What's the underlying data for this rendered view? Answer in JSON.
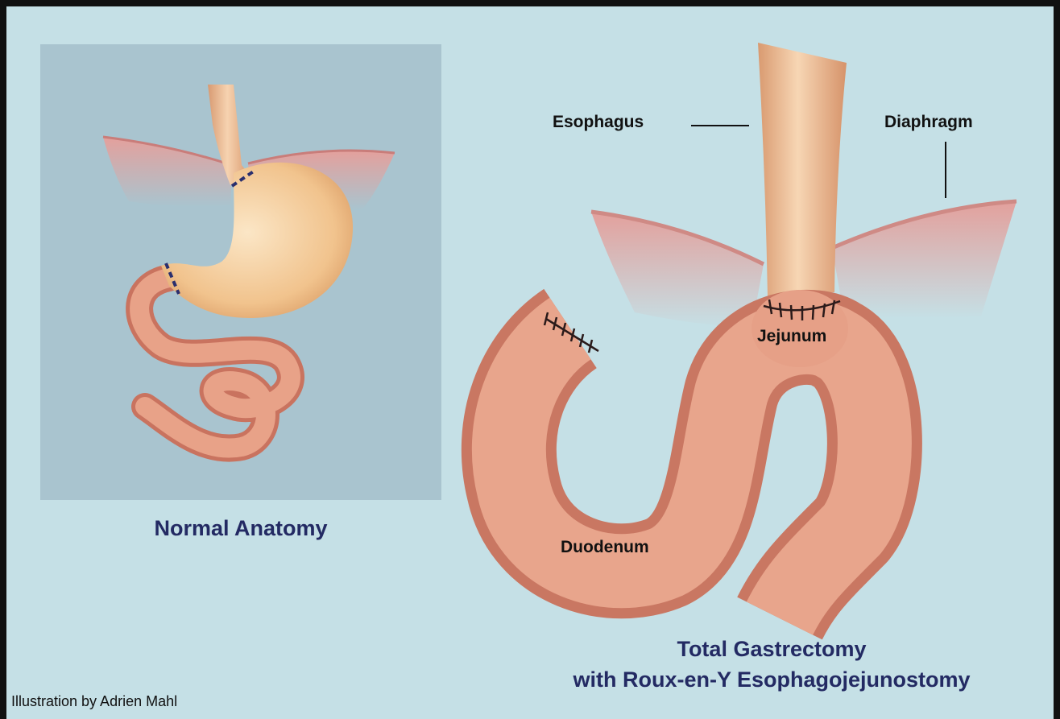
{
  "labels": {
    "esophagus": "Esophagus",
    "diaphragm": "Diaphragm",
    "jejunum": "Jejunum",
    "duodenum": "Duodenum"
  },
  "captions": {
    "normal": "Normal Anatomy",
    "surgery_line1": "Total Gastrectomy",
    "surgery_line2": "with Roux-en-Y Esophagojejunostomy"
  },
  "credit": "Illustration by Adrien Mahl",
  "colors": {
    "background": "#c5e0e6",
    "inset_background": "#a9c4cf",
    "caption": "#232a63",
    "label": "#111111",
    "intestine": "#e0907a",
    "stomach": "#f2c48e",
    "esophagus": "#e9b690",
    "diaphragm": "#e7a7a3",
    "cut_line": "#2a2f6e"
  }
}
